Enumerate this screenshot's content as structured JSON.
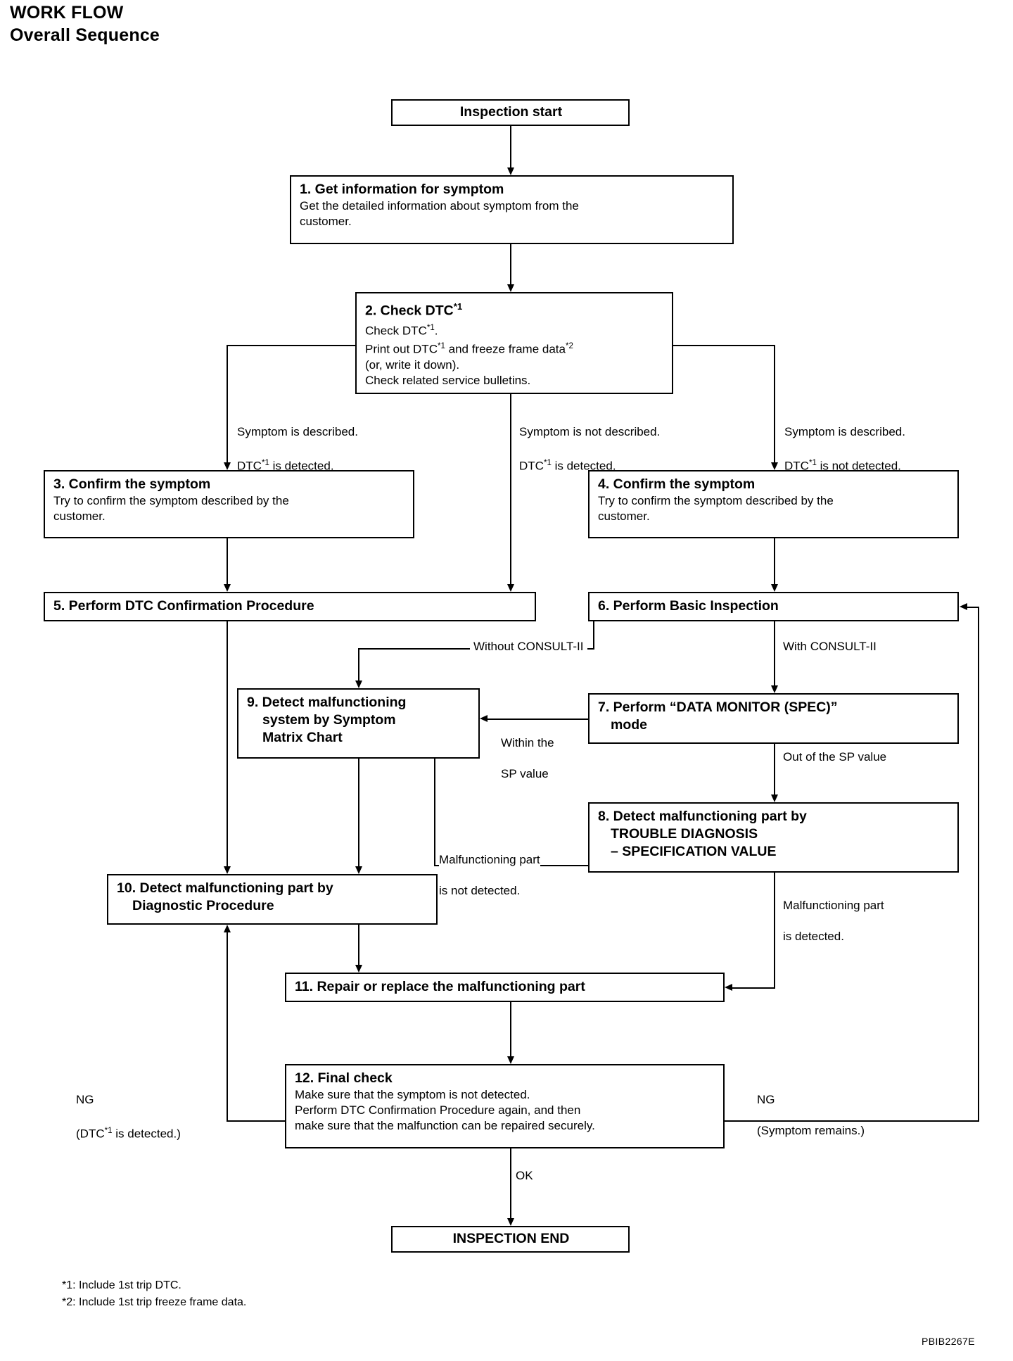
{
  "header": {
    "title": "WORK FLOW",
    "subtitle": "Overall Sequence"
  },
  "chart_data": {
    "type": "diagram",
    "title": "WORK FLOW - Overall Sequence",
    "nodes": [
      {
        "id": "start",
        "label": "Inspection start",
        "body": ""
      },
      {
        "id": "n1",
        "label": "1. Get information for symptom",
        "body": "Get the detailed information about symptom from the customer."
      },
      {
        "id": "n2",
        "label": "2. Check DTC*1",
        "body": "Check DTC*1.\nPrint out DTC*1 and freeze frame data*2\n(or, write it down).\nCheck related service bulletins."
      },
      {
        "id": "n3",
        "label": "3. Confirm the symptom",
        "body": "Try to confirm the symptom described by the customer."
      },
      {
        "id": "n4",
        "label": "4. Confirm the symptom",
        "body": "Try to confirm the symptom described by the customer."
      },
      {
        "id": "n5",
        "label": "5. Perform DTC Confirmation Procedure",
        "body": ""
      },
      {
        "id": "n6",
        "label": "6. Perform Basic Inspection",
        "body": ""
      },
      {
        "id": "n7",
        "label": "7. Perform “DATA MONITOR (SPEC)” mode",
        "body": ""
      },
      {
        "id": "n8",
        "label": "8. Detect malfunctioning part by TROUBLE DIAGNOSIS – SPECIFICATION VALUE",
        "body": ""
      },
      {
        "id": "n9",
        "label": "9. Detect malfunctioning system by Symptom Matrix Chart",
        "body": ""
      },
      {
        "id": "n10",
        "label": "10. Detect malfunctioning part by Diagnostic Procedure",
        "body": ""
      },
      {
        "id": "n11",
        "label": "11. Repair or replace the malfunctioning part",
        "body": ""
      },
      {
        "id": "n12",
        "label": "12. Final check",
        "body": "Make sure that the symptom is not detected.\nPerform DTC Confirmation Procedure again, and then make sure that the malfunction can be repaired securely."
      },
      {
        "id": "end",
        "label": "INSPECTION END",
        "body": ""
      }
    ],
    "edge_labels": [
      "Symptom is described.\nDTC*1 is detected.",
      "Symptom is not described.\nDTC*1 is detected.",
      "Symptom is described.\nDTC*1 is not detected.",
      "Without CONSULT-II",
      "With CONSULT-II",
      "Within the\nSP value",
      "Out of the SP value",
      "Malfunctioning part\nis not detected.",
      "Malfunctioning part\nis detected.",
      "NG\n(DTC*1 is detected.)",
      "NG\n(Symptom remains.)",
      "OK"
    ]
  },
  "boxes": {
    "start": {
      "title": "Inspection start"
    },
    "n1": {
      "title": "1. Get information for symptom",
      "line1": "Get the detailed information about symptom from the",
      "line2": "customer."
    },
    "n2": {
      "title_pre": "2. Check DTC",
      "title_sup": "*1",
      "l1a": "Check DTC",
      "l1b": "*1",
      "l1c": ".",
      "l2a": "Print out DTC",
      "l2b": "*1",
      "l2c": " and freeze frame data",
      "l2d": "*2",
      "l3": "(or, write it down).",
      "l4": "Check related service bulletins."
    },
    "n3": {
      "title": "3. Confirm the symptom",
      "line1": "Try to confirm the symptom described by the",
      "line2": "customer."
    },
    "n4": {
      "title": "4. Confirm the symptom",
      "line1": "Try to confirm the symptom described by the",
      "line2": "customer."
    },
    "n5": {
      "title": "5. Perform DTC Confirmation Procedure"
    },
    "n6": {
      "title": "6. Perform Basic Inspection"
    },
    "n7": {
      "line1": "7. Perform “DATA MONITOR (SPEC)”",
      "line2": "mode"
    },
    "n8": {
      "line1": "8. Detect malfunctioning part by",
      "line2": "TROUBLE DIAGNOSIS",
      "line3": "– SPECIFICATION VALUE"
    },
    "n9": {
      "line1": "9. Detect malfunctioning",
      "line2": "system by Symptom",
      "line3": "Matrix Chart"
    },
    "n10": {
      "line1": "10. Detect malfunctioning part by",
      "line2": "Diagnostic Procedure"
    },
    "n11": {
      "title": "11. Repair or replace the malfunctioning part"
    },
    "n12": {
      "title": "12. Final check",
      "line1": "Make sure that the symptom is not detected.",
      "line2": "Perform DTC Confirmation Procedure again, and then",
      "line3": "make sure that the malfunction can be repaired securely."
    },
    "end": {
      "title": "INSPECTION END"
    }
  },
  "labels": {
    "branch_left": {
      "l1": "Symptom is described.",
      "l2a": "DTC",
      "l2b": "*1",
      "l2c": " is detected."
    },
    "branch_mid": {
      "l1": "Symptom is not described.",
      "l2a": "DTC",
      "l2b": "*1",
      "l2c": " is detected."
    },
    "branch_right": {
      "l1": "Symptom is described.",
      "l2a": "DTC",
      "l2b": "*1",
      "l2c": " is not detected."
    },
    "without_consult": "Without CONSULT-II",
    "with_consult": "With CONSULT-II",
    "within_sp": {
      "l1": "Within the",
      "l2": "SP value"
    },
    "out_of_sp": "Out of the SP value",
    "malf_not_detected": {
      "l1": "Malfunctioning part",
      "l2": "is not detected."
    },
    "malf_detected": {
      "l1": "Malfunctioning part",
      "l2": "is detected."
    },
    "ng_left": {
      "l1": "NG",
      "l2a": "(DTC",
      "l2b": "*1",
      "l2c": " is detected.)"
    },
    "ng_right": {
      "l1": "NG",
      "l2": "(Symptom remains.)"
    },
    "ok": "OK"
  },
  "footnotes": {
    "f1": "*1: Include 1st trip DTC.",
    "f2": "*2: Include 1st trip freeze frame data."
  },
  "figure_code": "PBIB2267E"
}
